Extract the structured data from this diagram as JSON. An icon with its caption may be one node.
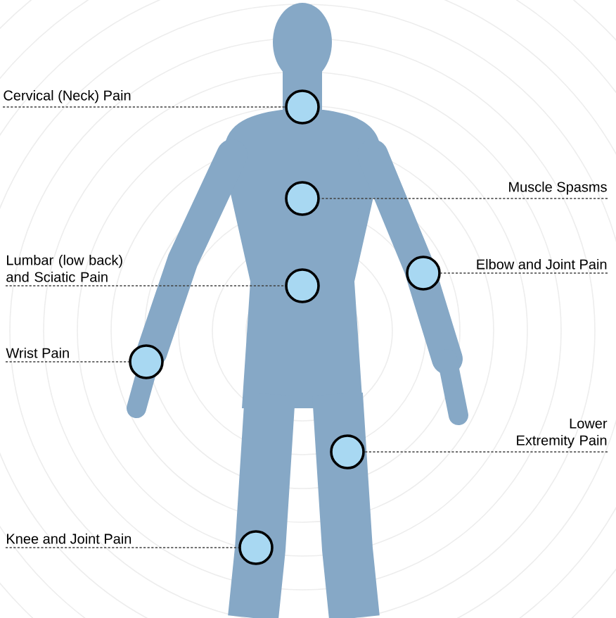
{
  "diagram": {
    "nodes": [
      {
        "text": [
          "Cervical (Neck) Pain"
        ]
      },
      {
        "text": [
          "Muscle Spasms"
        ]
      },
      {
        "text": [
          "Lumbar (low back) and Sciatic Pain"
        ]
      },
      {
        "text": [
          "Elbow and Joint Pain"
        ]
      },
      {
        "text": [
          "Wrist Pain"
        ]
      },
      {
        "text": [
          "Lower Extremity Pain"
        ]
      },
      {
        "text": [
          "Knee and Joint Pain"
        ]
      },
      {
        "text": [],
        "shape": "circle"
      },
      {
        "text": [],
        "shape": "circle"
      },
      {
        "text": [],
        "shape": "circle"
      },
      {
        "text": [],
        "shape": "circle"
      },
      {
        "text": [],
        "shape": "circle"
      },
      {
        "text": [],
        "shape": "circle"
      },
      {
        "text": [],
        "shape": "circle"
      }
    ],
    "edges": [
      {
        "from": 0,
        "to": 7,
        "arrow": "none"
      },
      {
        "from": 1,
        "to": 8,
        "arrow": "none"
      },
      {
        "from": 2,
        "to": 10,
        "arrow": "none"
      },
      {
        "from": 3,
        "to": 9,
        "arrow": "none"
      },
      {
        "from": 4,
        "to": 11,
        "arrow": "none"
      },
      {
        "from": 5,
        "to": 12,
        "arrow": "none"
      },
      {
        "from": 6,
        "to": 13,
        "arrow": "none"
      }
    ]
  }
}
